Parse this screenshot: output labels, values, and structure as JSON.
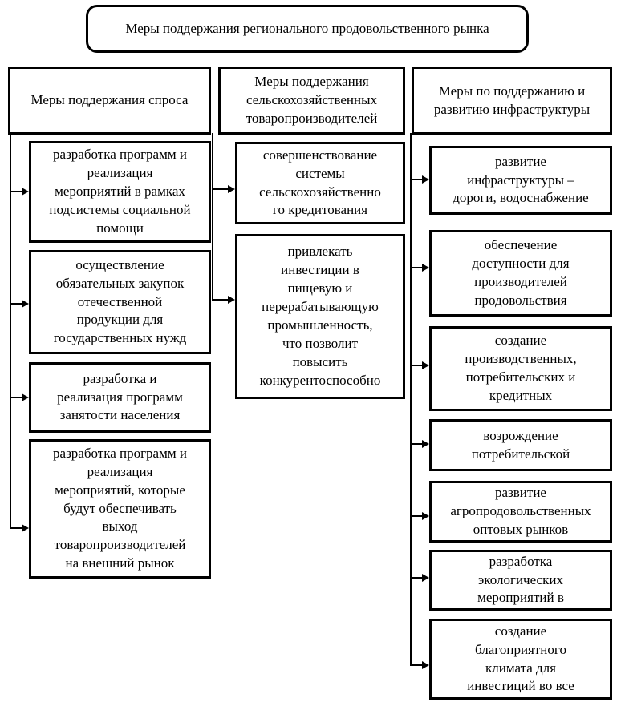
{
  "title": "Меры поддержания регионального продовольственного рынка",
  "colors": {
    "border": "#000000",
    "background": "#ffffff",
    "text": "#000000"
  },
  "columns": [
    {
      "header": "Меры поддержания спроса",
      "items": [
        "разработка программ и\nреализация\nмероприятий в рамках\nподсистемы социальной\nпомощи",
        "осуществление\nобязательных закупок\nотечественной\nпродукции для\nгосударственных нужд",
        "разработка и\nреализация программ\nзанятости населения",
        "разработка программ и\nреализация\nмероприятий, которые\nбудут обеспечивать\nвыход\nтоваропроизводителей\nна внешний рынок"
      ]
    },
    {
      "header": "Меры поддержания\nсельскохозяйственных\nтоваропроизводителей",
      "items": [
        "совершенствование\nсистемы\nсельскохозяйственно\nго кредитования",
        "привлекать\nинвестиции в\nпищевую и\nперерабатывающую\nпромышленность,\nчто позволит\nповысить\nконкурентоспособно"
      ]
    },
    {
      "header": "Меры по поддержанию и\nразвитию инфраструктуры",
      "items": [
        "развитие\nинфраструктуры –\nдороги, водоснабжение",
        "обеспечение\nдоступности для\nпроизводителей\nпродовольствия",
        "создание\nпроизводственных,\nпотребительских и\nкредитных",
        "возрождение\nпотребительской",
        "развитие\nагропродовольственных\nоптовых рынков",
        "разработка\nэкологических\nмероприятий в",
        "создание\nблагоприятного\nклимата для\nинвестиций во все"
      ]
    }
  ]
}
